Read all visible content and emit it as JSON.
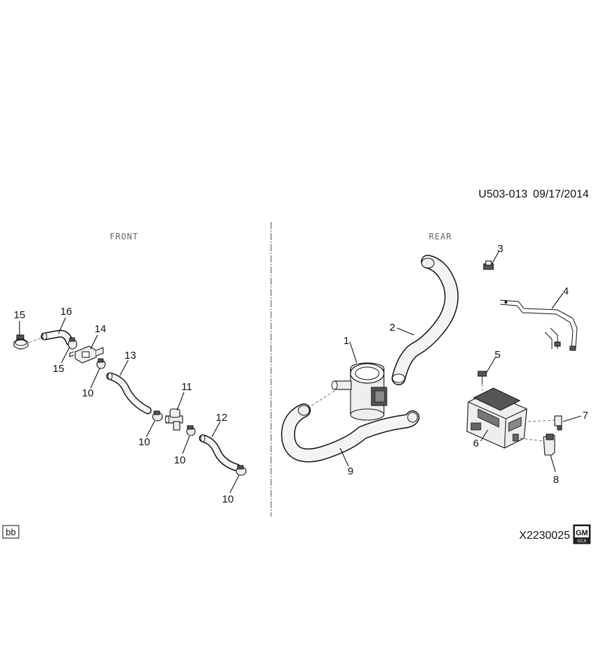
{
  "header": {
    "code": "U503-013",
    "date": "09/17/2014"
  },
  "sections": {
    "front": "FRONT",
    "rear": "REAR"
  },
  "footer": {
    "badge": "bb",
    "drawing_number": "X2230025",
    "logo": {
      "text": "GM",
      "subtext": "GCA"
    }
  },
  "callouts": {
    "c1": "1",
    "c2": "2",
    "c3": "3",
    "c4": "4",
    "c5": "5",
    "c6": "6",
    "c7": "7",
    "c8": "8",
    "c9": "9",
    "c10a": "10",
    "c10b": "10",
    "c10c": "10",
    "c10d": "10",
    "c11": "11",
    "c12": "12",
    "c13": "13",
    "c14": "14",
    "c15a": "15",
    "c15b": "15",
    "c16": "16"
  }
}
